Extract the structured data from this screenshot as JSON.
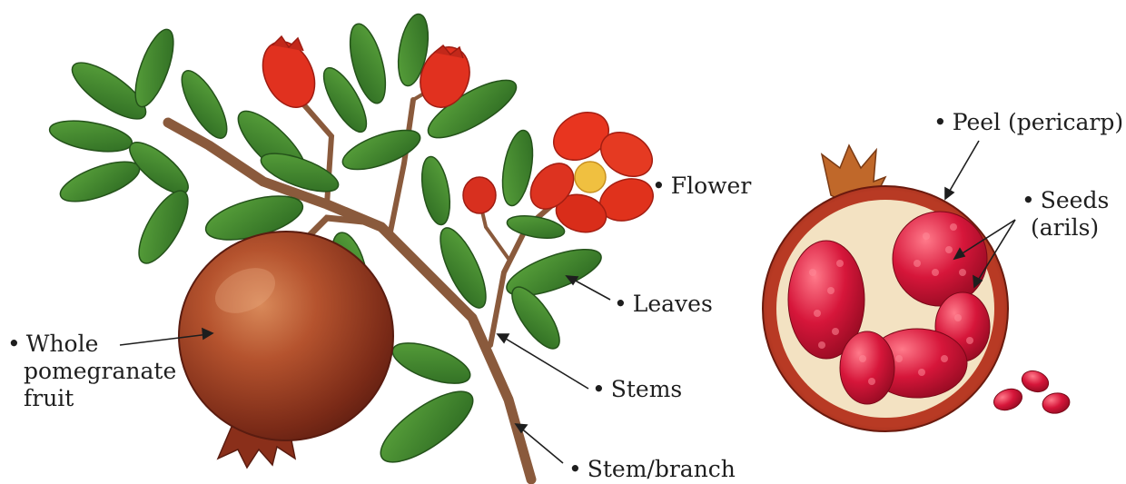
{
  "labels": {
    "flower": "Flower",
    "leaves": "Leaves",
    "stems": "Stems",
    "stem_branch": "Stem/branch",
    "whole_fruit": [
      "Whole",
      "pomegranate",
      "fruit"
    ],
    "peel": "Peel (pericarp)",
    "seeds": [
      "Seeds",
      "(arils)"
    ]
  },
  "bullet": "•",
  "colors": {
    "leaf": "#3f8a2e",
    "leaf_dark": "#2a5e1e",
    "branch": "#8a5a3c",
    "flower": "#e0301e",
    "fruit": "#9a3a22",
    "aril": "#c8102e",
    "peel_inner": "#f3e2c2"
  }
}
